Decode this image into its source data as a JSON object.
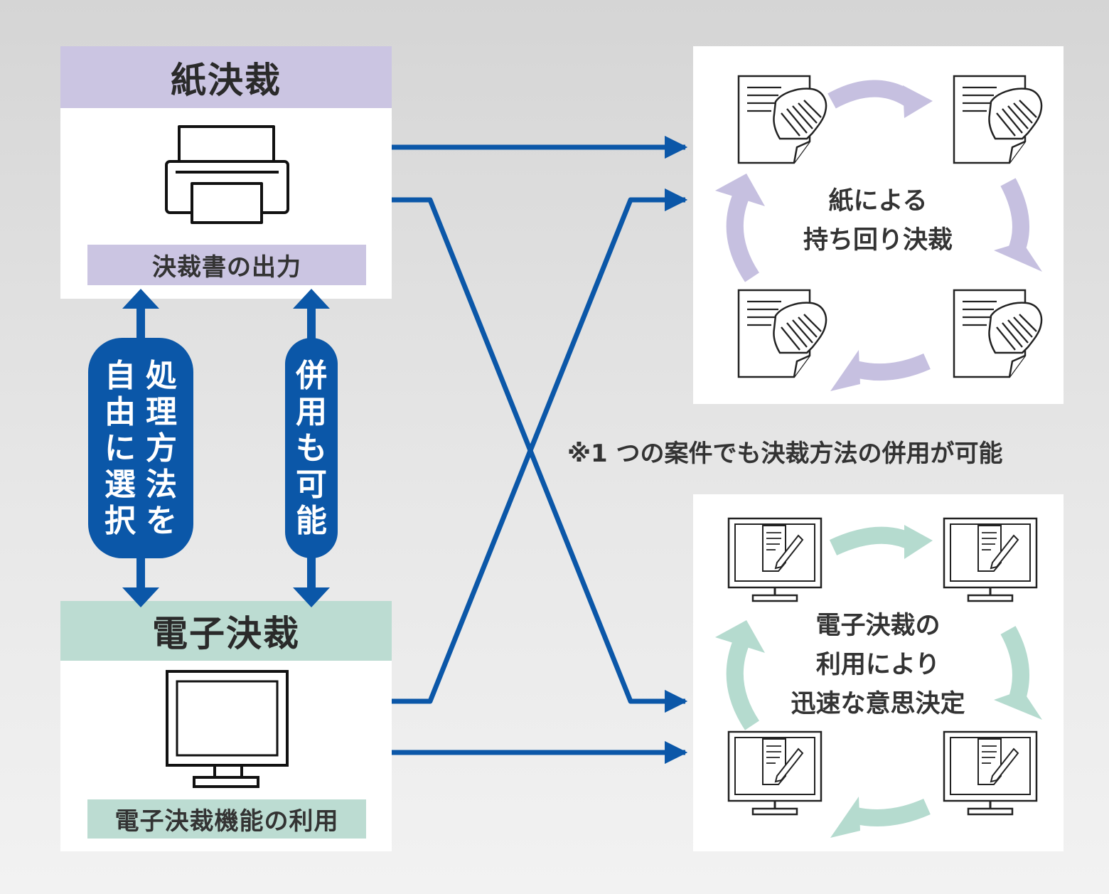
{
  "paper": {
    "title": "紙決裁",
    "caption": "決裁書の出力",
    "flow_label": "紙による\n持ち回り決裁"
  },
  "electronic": {
    "title": "電子決裁",
    "caption": "電子決裁機能の利用",
    "flow_label": "電子決裁の\n利用により\n迅速な意思決定"
  },
  "pills": {
    "free_choice_col1": "処理方法を",
    "free_choice_col2": "自由に選択",
    "combined": "併用も可能"
  },
  "note": "※1 つの案件でも決裁方法の併用が可能",
  "colors": {
    "blue": "#0b57a8",
    "paper_header": "#cbc5e2",
    "electronic_header": "#bcdcd2",
    "paper_cycle_arrow": "#c6c0e0",
    "electronic_cycle_arrow": "#b5dbcf"
  },
  "icons": {
    "printer": "printer-icon",
    "monitor": "monitor-icon",
    "hand_document": "hand-document-icon",
    "monitor_document": "monitor-document-icon"
  }
}
